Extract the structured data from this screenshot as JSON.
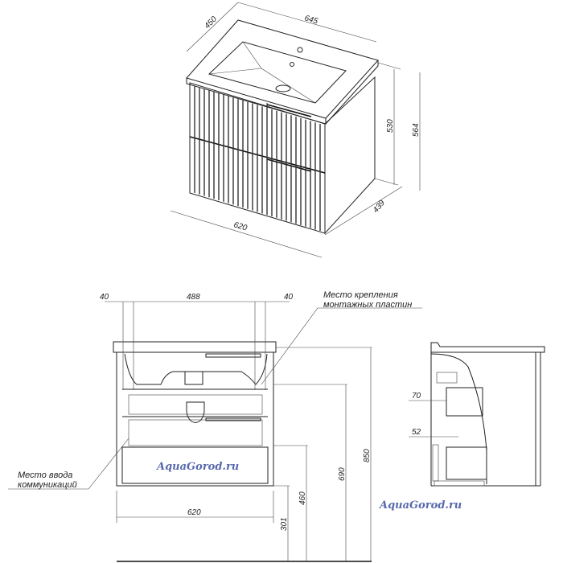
{
  "iso_view": {
    "dims": {
      "depth_top": "450",
      "width_top": "645",
      "height_cabinet": "530",
      "height_total": "564",
      "width_bottom": "620",
      "depth_bottom": "439"
    }
  },
  "front_view": {
    "dims": {
      "left_offset": "40",
      "plate_span": "488",
      "right_offset": "40",
      "width": "620",
      "h301": "301",
      "h460": "460",
      "h690": "690",
      "h850": "850"
    },
    "labels": {
      "mount_line1": "Место крепления",
      "mount_line2": "монтажных пластин",
      "inlet_line1": "Место ввода",
      "inlet_line2": "коммуникаций"
    }
  },
  "side_view": {
    "dims": {
      "d70": "70",
      "d52": "52"
    }
  },
  "watermark": {
    "left": "AquaGorod.ru",
    "right": "AquaGorod.ru"
  },
  "colors": {
    "line": "#222222",
    "watermark": "#3a4fa0"
  }
}
